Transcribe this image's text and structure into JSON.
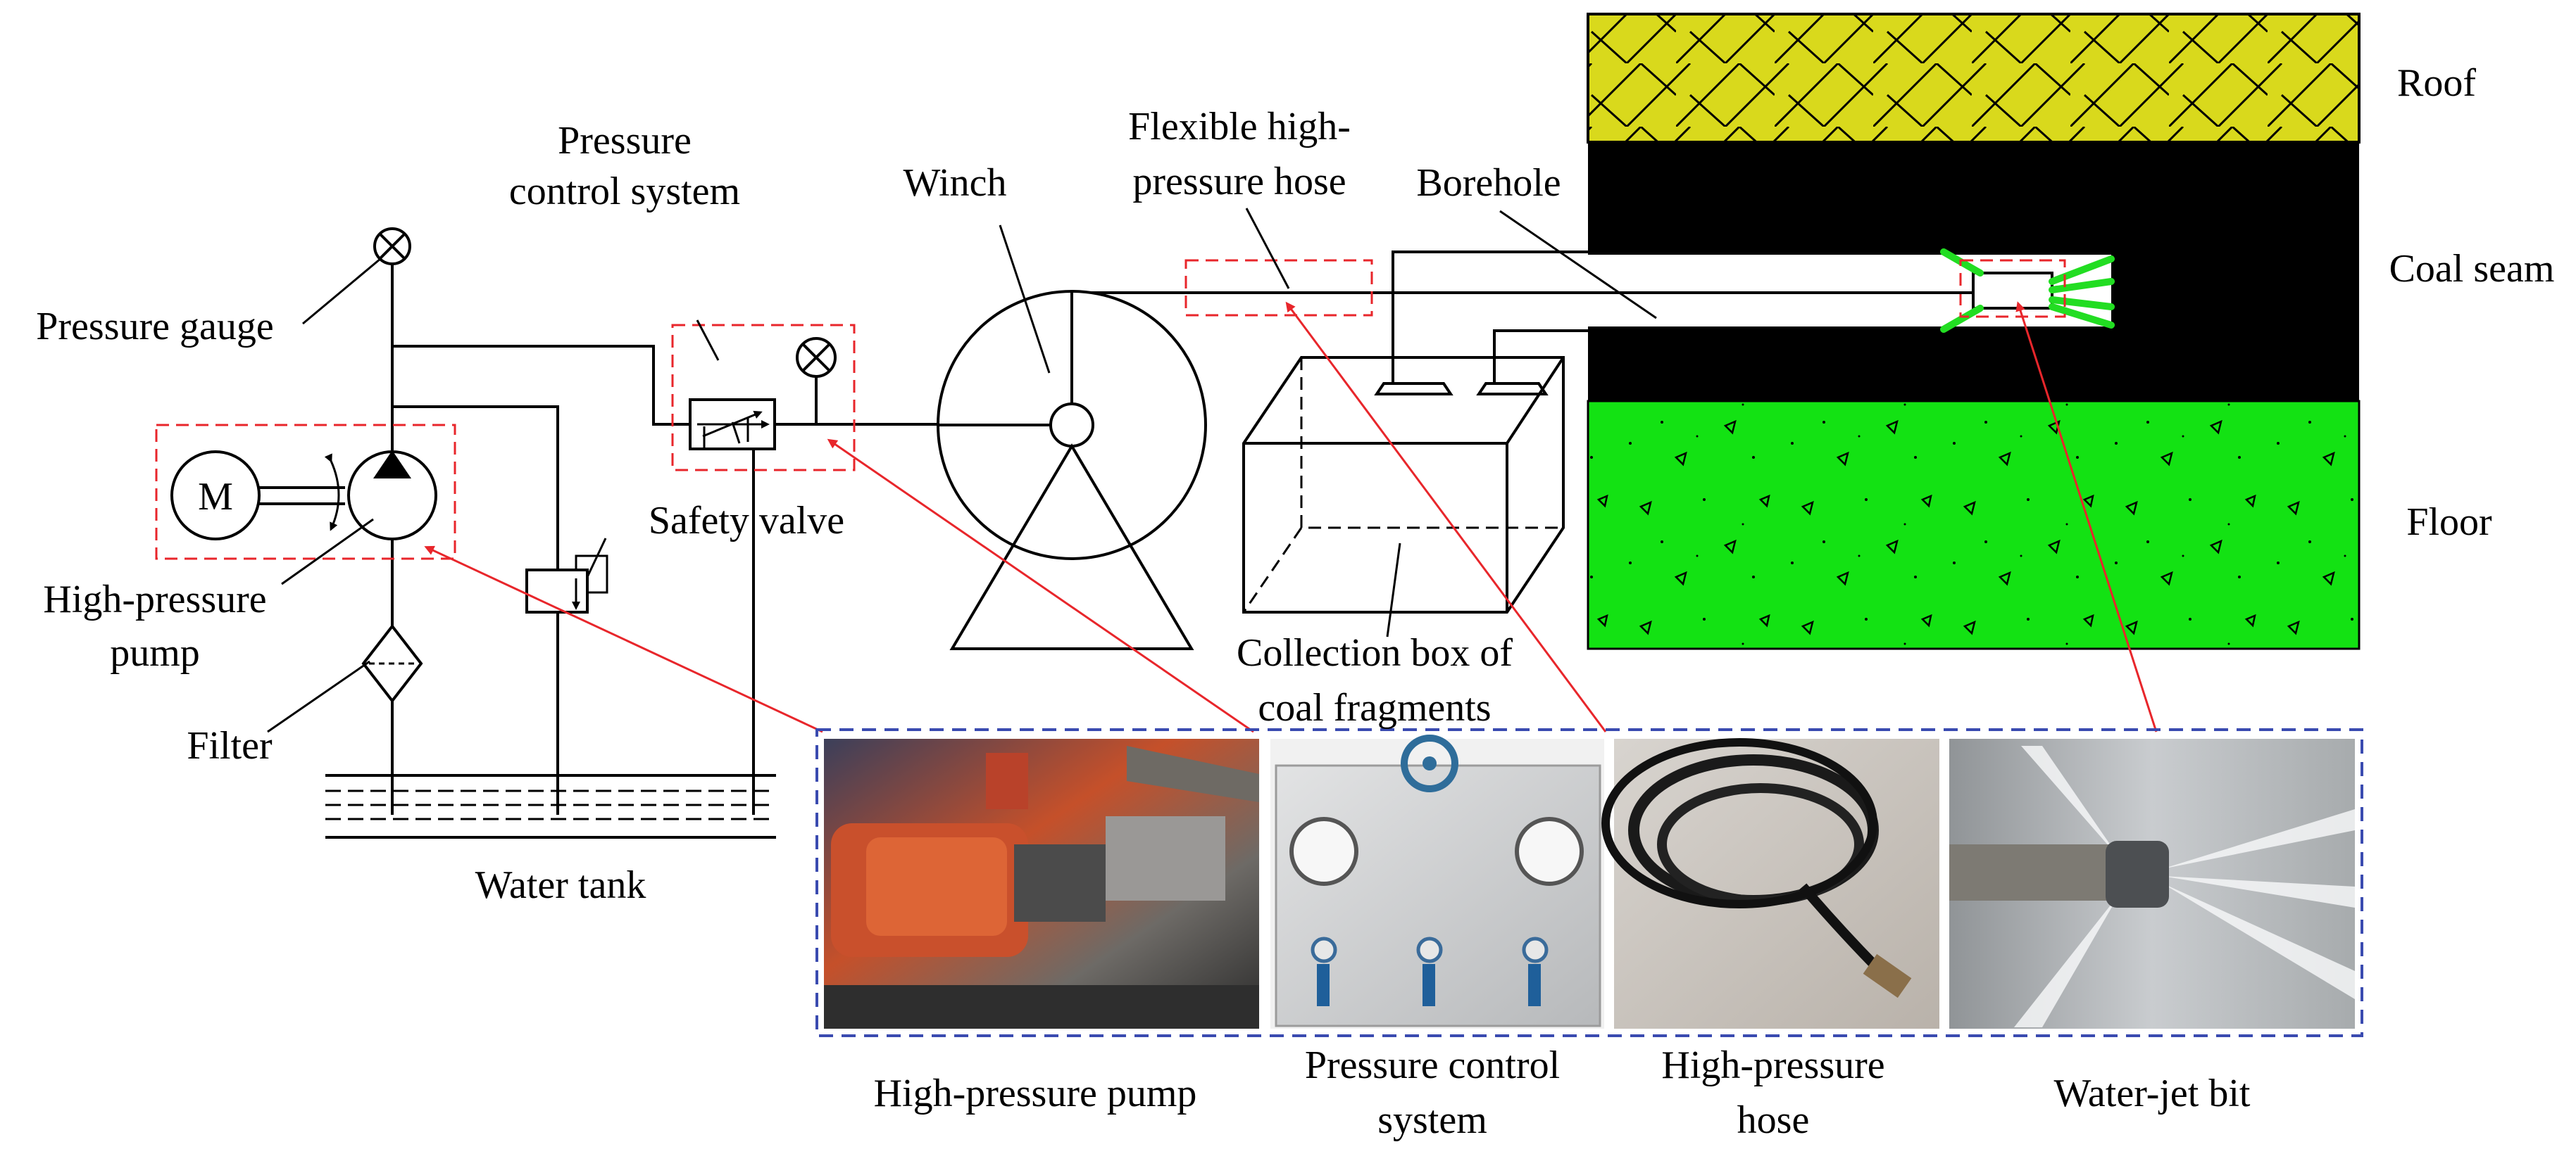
{
  "labels": {
    "pressure_control_system_top": [
      "Pressure",
      "control system"
    ],
    "winch": "Winch",
    "flexible_hose": [
      "Flexible high-",
      "pressure  hose"
    ],
    "borehole": "Borehole",
    "roof": "Roof",
    "coal_seam": "Coal seam",
    "floor": "Floor",
    "pressure_gauge": "Pressure gauge",
    "motor": "M",
    "high_pressure_pump": [
      "High-pressure",
      "pump"
    ],
    "safety_valve": "Safety valve",
    "filter": "Filter",
    "water_tank": "Water tank",
    "collection_box": [
      "Collection box of",
      "coal fragments"
    ]
  },
  "photos": [
    {
      "caption": [
        "High-pressure pump"
      ]
    },
    {
      "caption": [
        "Pressure control",
        "system"
      ]
    },
    {
      "caption": [
        "High-pressure",
        "hose"
      ]
    },
    {
      "caption": [
        "Water-jet bit"
      ]
    }
  ],
  "colors": {
    "roof": "#d9d91c",
    "coal": "#000000",
    "floor": "#13e213",
    "jet": "#22dd22",
    "highlight": "#e8262b",
    "photo_frame": "#3a4bb0"
  }
}
